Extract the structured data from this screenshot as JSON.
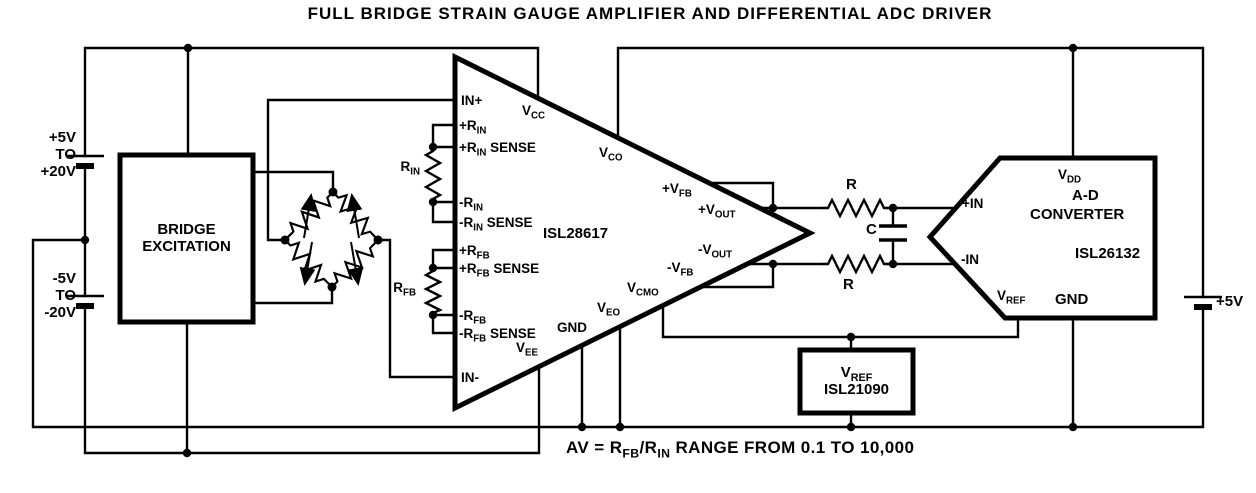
{
  "title": "FULL BRIDGE STRAIN GAUGE AMPLIFIER AND DIFFERENTIAL ADC DRIVER",
  "formula": "AV = R_{FB}/R_{IN} RANGE FROM 0.1 TO 10,000",
  "colors": {
    "ink": "#000000",
    "background": "#ffffff"
  },
  "supplies": {
    "left_positive": "+5V\nTO\n+20V",
    "left_negative": "-5V\nTO\n-20V",
    "right_adc": "+5V"
  },
  "bridge_excitation_label": "BRIDGE\nEXCITATION",
  "amplifier": {
    "part_number": "ISL28617",
    "pin_in_plus": "IN+",
    "pin_rin_plus": "+R_{IN}",
    "pin_rin_plus_sense": "+R_{IN} SENSE",
    "pin_rin_minus": "-R_{IN}",
    "pin_rin_minus_sense": "-R_{IN} SENSE",
    "pin_rfb_plus": "+R_{FB}",
    "pin_rfb_plus_sense": "+R_{FB} SENSE",
    "pin_rfb_minus": "-R_{FB}",
    "pin_rfb_minus_sense": "-R_{FB} SENSE",
    "pin_in_minus": "IN-",
    "pin_vcc": "V_{CC}",
    "pin_vco": "V_{CO}",
    "pin_vee": "V_{EE}",
    "pin_gnd": "GND",
    "pin_veo": "V_{EO}",
    "pin_vcmo": "V_{CMO}",
    "pin_vfb_plus": "+V_{FB}",
    "pin_vout_plus": "+V_{OUT}",
    "pin_vout_minus": "-V_{OUT}",
    "pin_vfb_minus": "-V_{FB}"
  },
  "resistors": {
    "rin": "R_{IN}",
    "rfb": "R_{FB}",
    "filter_top": "R",
    "filter_bottom": "R",
    "capacitor": "C"
  },
  "adc": {
    "part_number": "ISL26132",
    "label_line1": "A-D",
    "label_line2": "CONVERTER",
    "pin_vdd": "V_{DD}",
    "pin_in_plus": "+IN",
    "pin_in_minus": "-IN",
    "pin_vref": "V_{REF}",
    "pin_gnd": "GND"
  },
  "vref_block": {
    "label": "V_{REF}",
    "part_number": "ISL21090"
  }
}
